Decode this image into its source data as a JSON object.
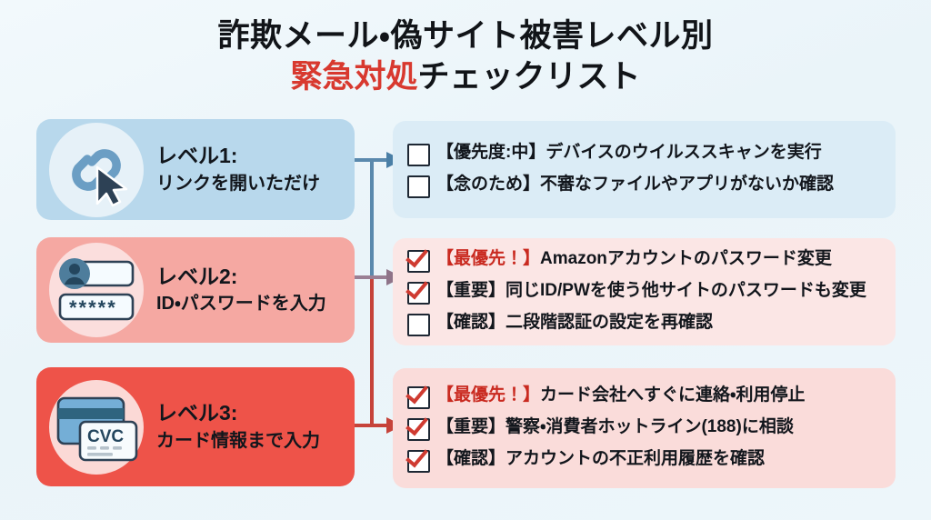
{
  "title": {
    "line1": "詐欺メール・偽サイト被害レベル別",
    "line2_accent": "緊急対処",
    "line2_rest": "チェックリスト"
  },
  "colors": {
    "background": "#eef6fa",
    "accent_red": "#d8392f",
    "check_red": "#cf3b31",
    "level1_card": "#b8d8ec",
    "level2_card": "#f5a8a2",
    "level3_card": "#ee5349",
    "level1_panel": "#dbecf6",
    "level2_panel": "#fbe6e5",
    "level3_panel": "#fadcda",
    "arrow_level1": "#5a89ad",
    "arrow_level2": "#9a7f94",
    "arrow_level3": "#c6433a",
    "text_dark": "#12161c"
  },
  "levels": [
    {
      "id": "level-1",
      "icon": "link-cursor-icon",
      "name": "レベル1:",
      "desc": "リンクを開いただけ",
      "arrow_color": "#5a89ad",
      "items": [
        {
          "checked": false,
          "tag": "【優先度:中】",
          "tag_urgent": false,
          "text": "デバイスのウイルススキャンを実行"
        },
        {
          "checked": false,
          "tag": "【念のため】",
          "tag_urgent": false,
          "text": "不審なファイルやアプリがないか確認"
        }
      ]
    },
    {
      "id": "level-2",
      "icon": "login-form-icon",
      "name": "レベル2:",
      "desc": "ID・パスワードを入力",
      "password_mask": "＊＊＊＊＊",
      "arrow_color": "#9a7f94",
      "items": [
        {
          "checked": true,
          "tag": "【最優先！】",
          "tag_urgent": true,
          "text": "Amazonアカウントのパスワード変更"
        },
        {
          "checked": true,
          "tag": "【重要】",
          "tag_urgent": false,
          "text": "同じID/PWを使う他サイトのパスワードも変更"
        },
        {
          "checked": false,
          "tag": "【確認】",
          "tag_urgent": false,
          "text": "二段階認証の設定を再確認"
        }
      ]
    },
    {
      "id": "level-3",
      "icon": "credit-card-cvc-icon",
      "name": "レベル3:",
      "desc": "カード情報まで入力",
      "cvc_label": "CVC",
      "arrow_color": "#c6433a",
      "items": [
        {
          "checked": true,
          "tag": "【最優先！】",
          "tag_urgent": true,
          "text": "カード会社へすぐに連絡・利用停止"
        },
        {
          "checked": true,
          "tag": "【重要】",
          "tag_urgent": false,
          "text": "警察・消費者ホットライン(188)に相談"
        },
        {
          "checked": true,
          "tag": "【確認】",
          "tag_urgent": false,
          "text": "アカウントの不正利用履歴を確認"
        }
      ]
    }
  ]
}
